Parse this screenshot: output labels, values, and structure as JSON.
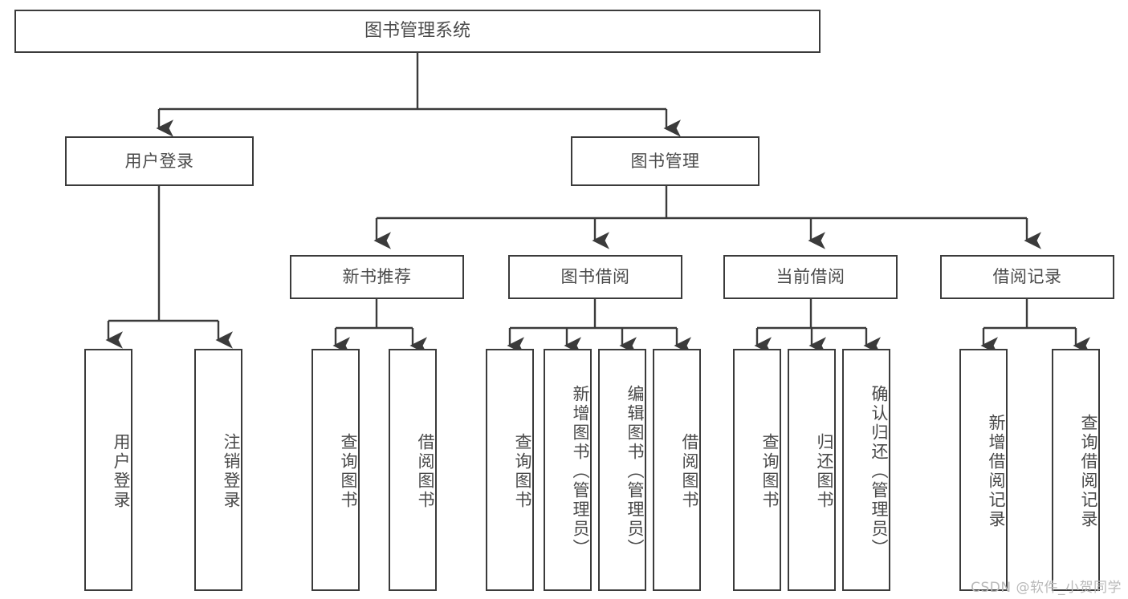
{
  "diagram": {
    "type": "tree",
    "title": "图书管理系统",
    "root": {
      "label": "图书管理系统"
    },
    "level2": [
      {
        "label": "用户登录"
      },
      {
        "label": "图书管理"
      }
    ],
    "level3": [
      {
        "label": "新书推荐"
      },
      {
        "label": "图书借阅"
      },
      {
        "label": "当前借阅"
      },
      {
        "label": "借阅记录"
      }
    ],
    "leaves": {
      "user_login": [
        {
          "label": "用户登录"
        },
        {
          "label": "注销登录"
        }
      ],
      "new_book_recommend": [
        {
          "label": "查询图书"
        },
        {
          "label": "借阅图书"
        }
      ],
      "book_borrow": [
        {
          "label": "查询图书"
        },
        {
          "label": "新增图书（管理员）"
        },
        {
          "label": "编辑图书（管理员）"
        },
        {
          "label": "借阅图书"
        }
      ],
      "current_borrow": [
        {
          "label": "查询图书"
        },
        {
          "label": "归还图书"
        },
        {
          "label": "确认归还（管理员）"
        }
      ],
      "borrow_record": [
        {
          "label": "新增借阅记录"
        },
        {
          "label": "查询借阅记录"
        }
      ]
    }
  },
  "watermark": {
    "text": "CSDN @软件_小贺同学"
  },
  "colors": {
    "border": "#3b3b3b",
    "text": "#4a4a4a",
    "background": "#ffffff",
    "watermark": "#b9b9b9"
  }
}
